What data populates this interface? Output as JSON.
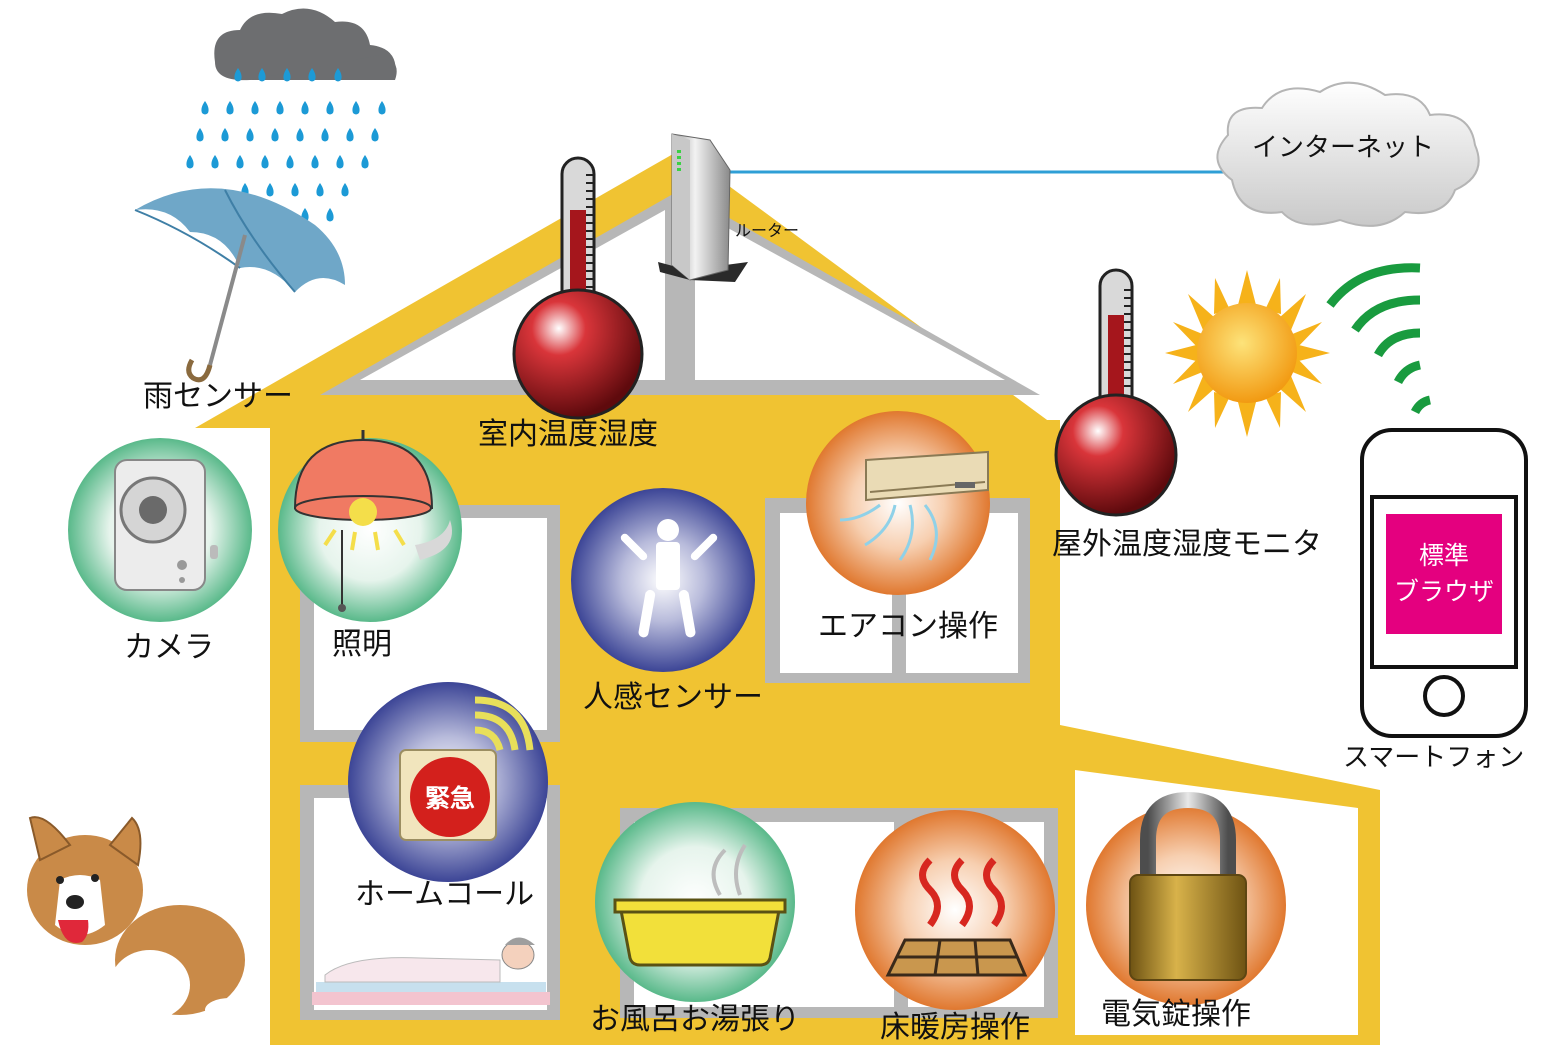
{
  "labels": {
    "rain_sensor": "雨センサー",
    "indoor_temp_humidity": "室内温度湿度",
    "router": "ルーター",
    "internet": "インターネット",
    "outdoor_monitor": "屋外温度湿度モニタ",
    "camera": "カメラ",
    "lighting": "照明",
    "motion_sensor": "人感センサー",
    "aircon": "エアコン操作",
    "home_call": "ホームコール",
    "emergency": "緊急",
    "bath": "お風呂お湯張り",
    "floor_heating": "床暖房操作",
    "electric_lock": "電気錠操作",
    "smartphone": "スマートフォン",
    "browser_line1": "標準",
    "browser_line2": "ブラウザ"
  },
  "icons": [
    "rain-cloud-icon",
    "umbrella-icon",
    "thermometer-icon",
    "router-icon",
    "cloud-icon",
    "sun-icon",
    "wifi-signal-icon",
    "smartphone-icon",
    "camera-icon",
    "lamp-icon",
    "person-icon",
    "air-conditioner-icon",
    "emergency-button-icon",
    "bathtub-icon",
    "floor-heating-icon",
    "padlock-icon",
    "dog-icon",
    "sleeping-person-icon"
  ],
  "colors": {
    "house": "#f0c332",
    "wall": "#b7b7b7",
    "internet_line": "#2f9fd6",
    "browser_badge": "#e4007f",
    "thermometer_red": "#a5161c",
    "wifi_green": "#199b3f",
    "sun": "#f6b21a"
  }
}
